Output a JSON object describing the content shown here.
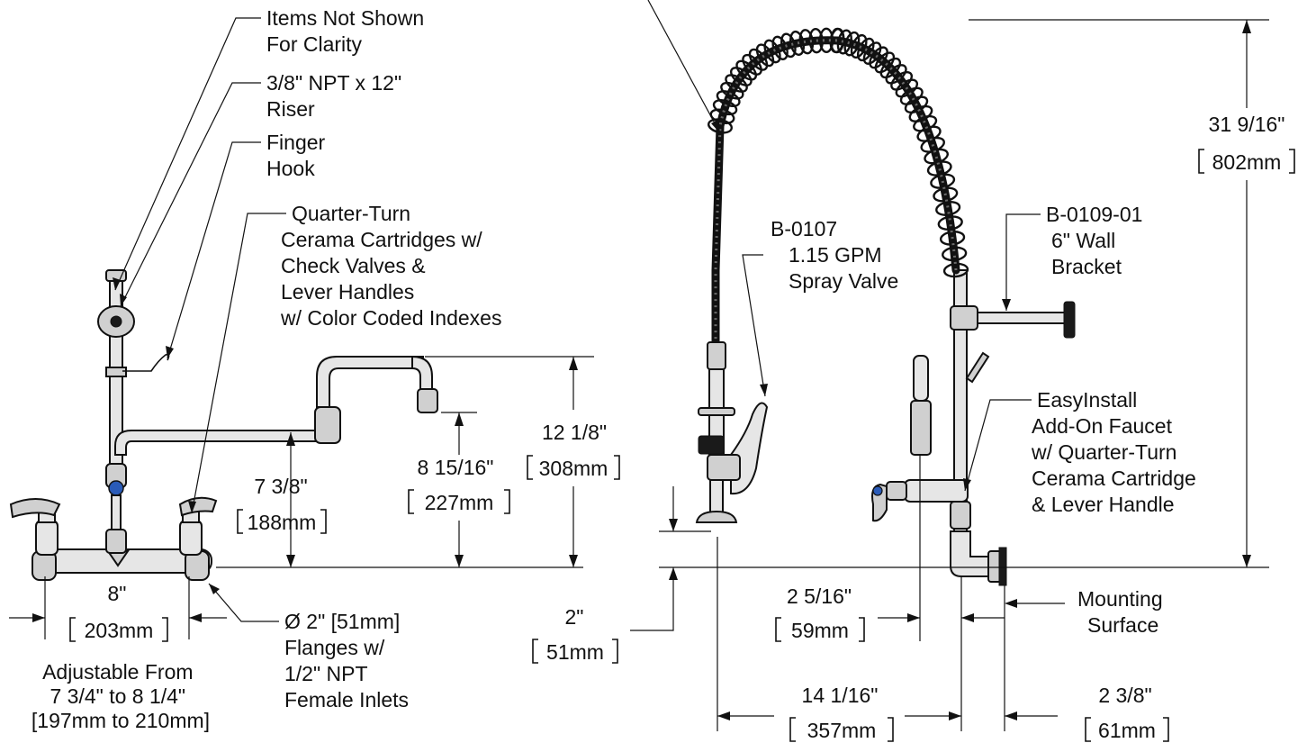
{
  "callouts": {
    "items_not_shown": [
      "Items Not Shown",
      "For Clarity"
    ],
    "riser": [
      "3/8\" NPT x 12\"",
      "Riser"
    ],
    "finger_hook": [
      "Finger",
      "Hook"
    ],
    "cartridges": [
      "Quarter-Turn",
      "Cerama Cartridges w/",
      "Check Valves &",
      "Lever Handles",
      "w/ Color Coded Indexes"
    ],
    "flanges": [
      "Ø 2\" [51mm]",
      "Flanges w/",
      "1/2\" NPT",
      "Female Inlets"
    ],
    "spray_valve": [
      "B-0107",
      "1.15 GPM",
      "Spray Valve"
    ],
    "wall_bracket": [
      "B-0109-01",
      "6\" Wall",
      "Bracket"
    ],
    "add_on_faucet": [
      "EasyInstall",
      "Add-On Faucet",
      "w/ Quarter-Turn",
      "Cerama Cartridge",
      "& Lever Handle"
    ],
    "mounting_surface": [
      "Mounting",
      "Surface"
    ]
  },
  "dimensions": {
    "centers_in": "8\"",
    "centers_mm": "203mm",
    "adjustable": [
      "Adjustable From",
      "7 3/4\" to 8 1/4\"",
      "[197mm to 210mm]"
    ],
    "spout_in": "7 3/8\"",
    "spout_mm": "188mm",
    "outlet_in": "8 15/16\"",
    "outlet_mm": "227mm",
    "overall_in": "12 1/8\"",
    "overall_mm": "308mm",
    "height_in": "31 9/16\"",
    "height_mm": "802mm",
    "spray_offset_in": "2\"",
    "spray_offset_mm": "51mm",
    "addon_in": "2 5/16\"",
    "addon_mm": "59mm",
    "reach_in": "14 1/16\"",
    "reach_mm": "357mm",
    "wall_in": "2 3/8\"",
    "wall_mm": "61mm"
  }
}
